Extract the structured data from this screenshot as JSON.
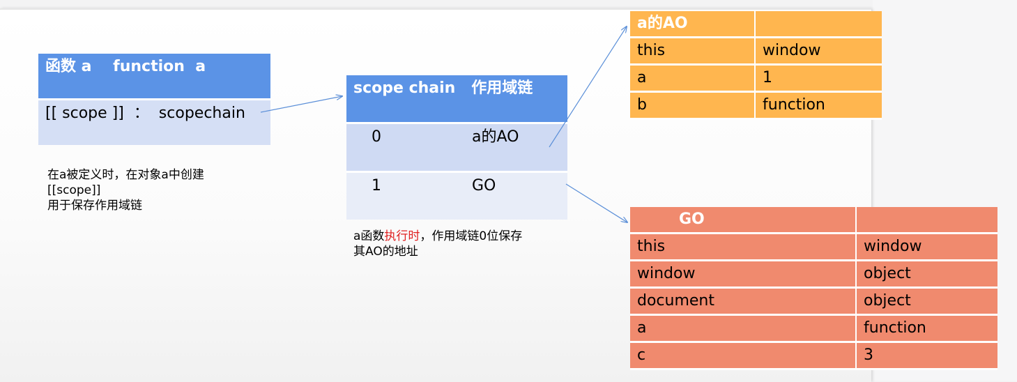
{
  "function_box": {
    "header_prefix": "函数 a",
    "header_suffix": "function  a",
    "row": "[[ scope ]]  ：  scopechain"
  },
  "scope_chain": {
    "header": "scope chain   作用域链",
    "rows": [
      {
        "index": "0",
        "value": "a的AO"
      },
      {
        "index": "1",
        "value": "GO"
      }
    ]
  },
  "ao_table": {
    "header": "a的AO",
    "rows": [
      {
        "key": "this",
        "value": "window"
      },
      {
        "key": "a",
        "value": "1"
      },
      {
        "key": "b",
        "value": "function"
      }
    ]
  },
  "go_table": {
    "header": "GO",
    "rows": [
      {
        "key": "this",
        "value": "window"
      },
      {
        "key": "window",
        "value": "object"
      },
      {
        "key": "document",
        "value": "object"
      },
      {
        "key": "a",
        "value": "function"
      },
      {
        "key": "c",
        "value": "3"
      }
    ]
  },
  "note_definition": {
    "line1": "在a被定义时，在对象a中创建",
    "line2": "[[scope]]",
    "line3": "用于保存作用域链"
  },
  "note_execution": {
    "part1": "a函数",
    "highlight": "执行时",
    "part2": "，作用域链0位保存",
    "line2": "其AO的地址"
  },
  "colors": {
    "blue_header": "#5b93e6",
    "blue_row": "#d5dff5",
    "ao_orange": "#ffb64f",
    "go_salmon": "#f08a6e",
    "arrow": "#5b8fd8",
    "highlight_red": "#e02020"
  }
}
